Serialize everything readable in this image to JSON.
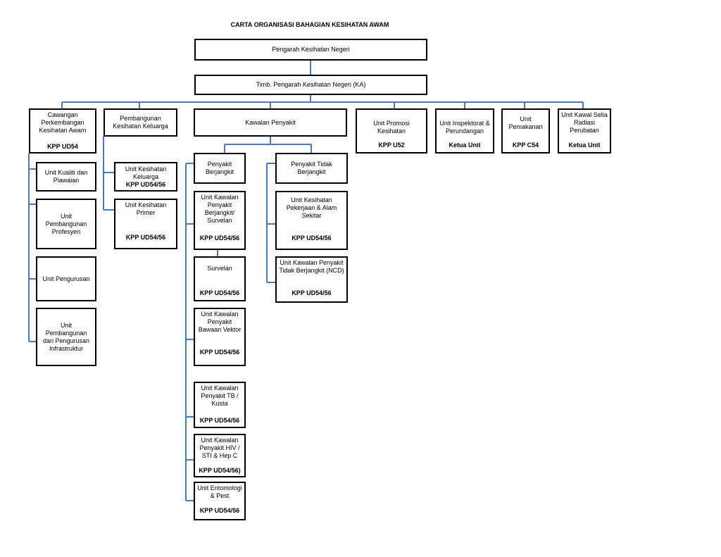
{
  "title": "CARTA ORGANISASI BAHAGIAN KESIHATAN AWAM",
  "line_color": "#4a7ab5",
  "nodes": {
    "pengarah": {
      "label": "Pengarah Kesihatan Negeri"
    },
    "timbalan": {
      "label": "Timb. Pengarah Kesihatan Negeri (KA)"
    },
    "cawangan": {
      "label": "Cawangan Perkembangan Kesihatan Awam",
      "code": "KPP UD54"
    },
    "pembangunan_keluarga": {
      "label": "Pembangunan Kesihatan Keluarga"
    },
    "kawalan_penyakit": {
      "label": "Kawalan Penyakit"
    },
    "promosi": {
      "label": "Unit Promosi Kesihatan",
      "code": "KPP U52"
    },
    "inspektorat": {
      "label": "Unit Inspektorat & Perundangan",
      "code": "Ketua Unit"
    },
    "pemakanan": {
      "label": "Unit Pemakanan",
      "code": "KPP C54"
    },
    "radiasi": {
      "label": "Unit Kawal Selia Radiasi Perubatan",
      "code": "Ketua Unit"
    },
    "kualiti": {
      "label": "Unit Kualiti dan Piawaian"
    },
    "profesyen": {
      "label": "Unit Pembangunan Profesyen"
    },
    "pengurusan": {
      "label": "Unit Pengurusan"
    },
    "infrastruktur": {
      "label": "Unit Pembangunan dan Pengurusan Infrastruktur"
    },
    "unit_keluarga": {
      "label": "Unit Kesihatan Keluarga",
      "code": "KPP UD54/56"
    },
    "unit_primer": {
      "label": "Unit Kesihatan Primer",
      "code": "KPP UD54/56"
    },
    "berjangkit": {
      "label": "Penyakit Berjangkit"
    },
    "tidak_berjangkit": {
      "label": "Penyakit Tidak Berjangkit"
    },
    "survelan_group": {
      "label": "Unit Kawalan Penyakit Berjangkit/ Survelan",
      "code": "KPP UD54/56"
    },
    "survelan": {
      "label": "Survelan",
      "code": "KPP UD54/56"
    },
    "vektor": {
      "label": "Unit Kawalan Penyakit Bawaan Vektor",
      "code": "KPP UD54/56"
    },
    "tb": {
      "label": "Unit Kawalan Penyakit TB / Kusta",
      "code": "KPP UD54/56"
    },
    "hiv": {
      "label": "Unit Kawalan Penyakit HIV / STI & Hep C",
      "code": "KPP UD54/56)"
    },
    "entomologi": {
      "label": "Unit Entomologi & Pest",
      "code": "KPP UD54/56"
    },
    "pekerjaan": {
      "label": "Unit Kesihatan Pekerjaan & Alam Sekitar",
      "code": "KPP UD54/56"
    },
    "ncd": {
      "label": "Unit Kawalan Penyakit Tidak Berjangkit (NCD)",
      "code": "KPP UD54/56"
    }
  }
}
